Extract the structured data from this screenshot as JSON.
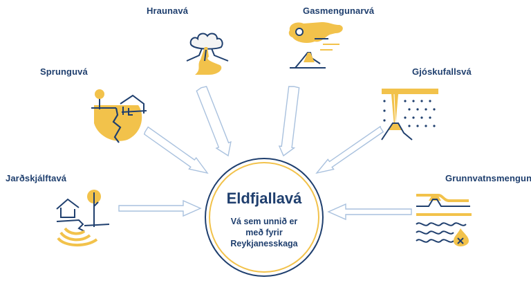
{
  "center": {
    "title": "Eldfjallavá",
    "subtitle": [
      "Vá sem unnið er",
      "með fyrir",
      "Reykjanesskaga"
    ]
  },
  "hazards": [
    {
      "id": "hraunava",
      "label": "Hraunavá",
      "icon": "lava-flow-icon"
    },
    {
      "id": "gasmengunarva",
      "label": "Gasmengunarvá",
      "icon": "gas-pollution-icon"
    },
    {
      "id": "sprunguva",
      "label": "Sprunguvá",
      "icon": "fissure-icon"
    },
    {
      "id": "gjoskufallsva",
      "label": "Gjóskufallsvá",
      "icon": "tephra-fall-icon"
    },
    {
      "id": "jardskjalftava",
      "label": "Jarðskjálftavá",
      "icon": "earthquake-icon"
    },
    {
      "id": "grunnvatnsmengun",
      "label": "Grunnvatnsmengun",
      "icon": "groundwater-pollution-icon"
    }
  ],
  "colors": {
    "navy": "#1f3f6e",
    "yellow": "#f2c24b",
    "arrow": "#a9c1de"
  }
}
